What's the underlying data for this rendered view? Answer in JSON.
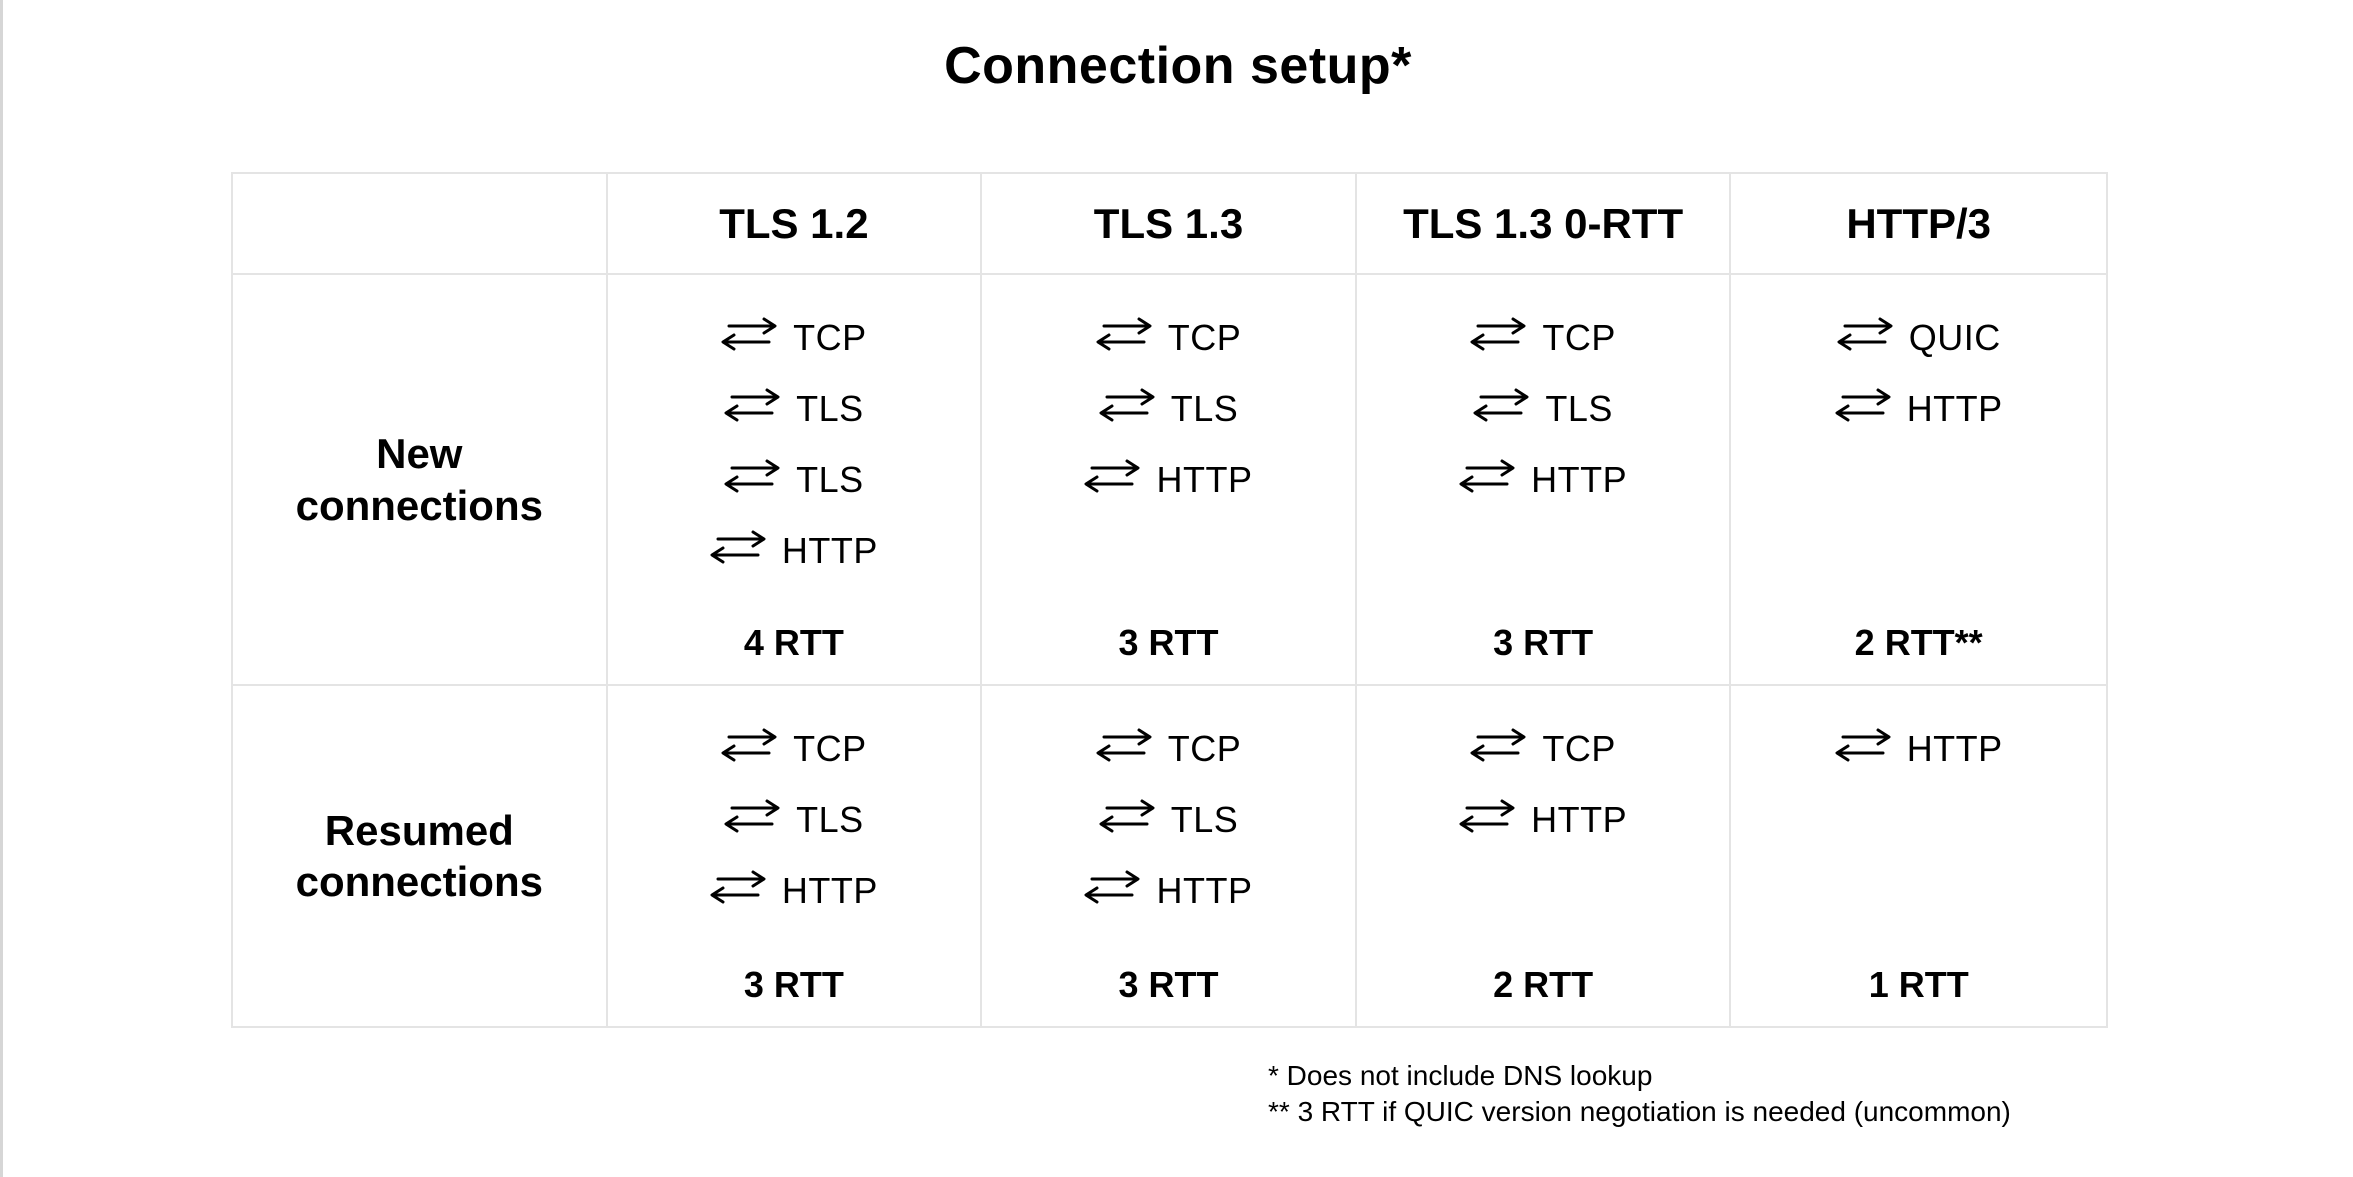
{
  "page": {
    "title": "Connection setup*",
    "footnotes": [
      "* Does not include DNS lookup",
      "** 3 RTT if QUIC version negotiation is needed (uncommon)"
    ]
  },
  "table": {
    "corner_label": "",
    "columns": [
      "TLS 1.2",
      "TLS 1.3",
      "TLS 1.3 0-RTT",
      "HTTP/3"
    ],
    "rows": [
      {
        "label": "New connections",
        "cells": [
          {
            "steps": [
              "TCP",
              "TLS",
              "TLS",
              "HTTP"
            ],
            "rtt": "4 RTT"
          },
          {
            "steps": [
              "TCP",
              "TLS",
              "HTTP"
            ],
            "rtt": "3 RTT"
          },
          {
            "steps": [
              "TCP",
              "TLS",
              "HTTP"
            ],
            "rtt": "3 RTT"
          },
          {
            "steps": [
              "QUIC",
              "HTTP"
            ],
            "rtt": "2 RTT**"
          }
        ]
      },
      {
        "label": "Resumed connections",
        "cells": [
          {
            "steps": [
              "TCP",
              "TLS",
              "HTTP"
            ],
            "rtt": "3 RTT"
          },
          {
            "steps": [
              "TCP",
              "TLS",
              "HTTP"
            ],
            "rtt": "3 RTT"
          },
          {
            "steps": [
              "TCP",
              "HTTP"
            ],
            "rtt": "2 RTT"
          },
          {
            "steps": [
              "HTTP"
            ],
            "rtt": "1 RTT"
          }
        ]
      }
    ]
  },
  "colors": {
    "text": "#000000",
    "grid_border": "#e4e4e4",
    "page_edge": "#d6d6d6"
  }
}
